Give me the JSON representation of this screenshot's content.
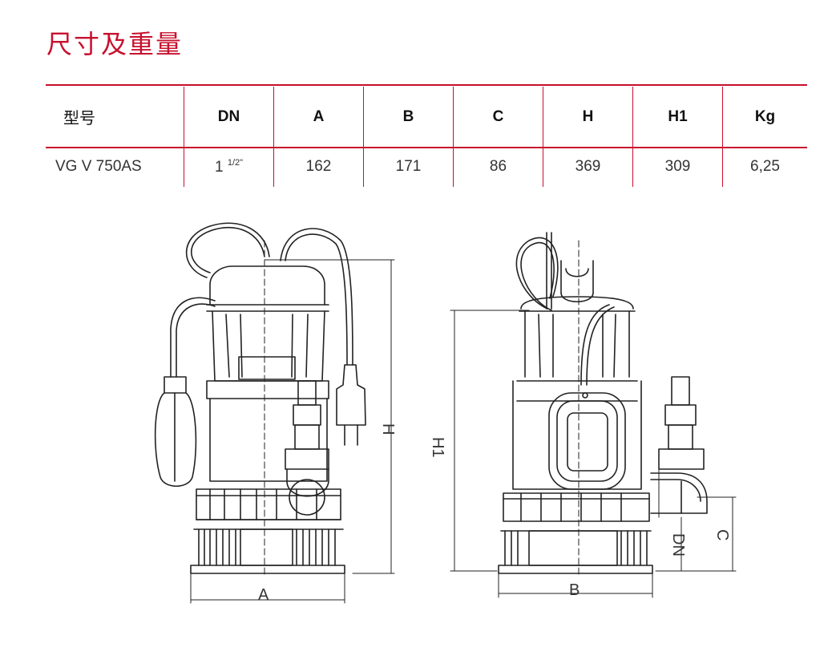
{
  "title": "尺寸及重量",
  "table": {
    "headers": [
      "型号",
      "DN",
      "A",
      "B",
      "C",
      "H",
      "H1",
      "Kg"
    ],
    "row": {
      "model": "VG V 750AS",
      "dn_whole": "1",
      "dn_fraction": "1/2\"",
      "a": "162",
      "b": "171",
      "c": "86",
      "h": "369",
      "h1": "309",
      "kg": "6,25"
    }
  },
  "drawing_labels": {
    "front_width": "A",
    "front_height": "H",
    "side_width": "B",
    "side_height": "H1",
    "side_outlet": "DN",
    "side_outlet_height": "C"
  }
}
